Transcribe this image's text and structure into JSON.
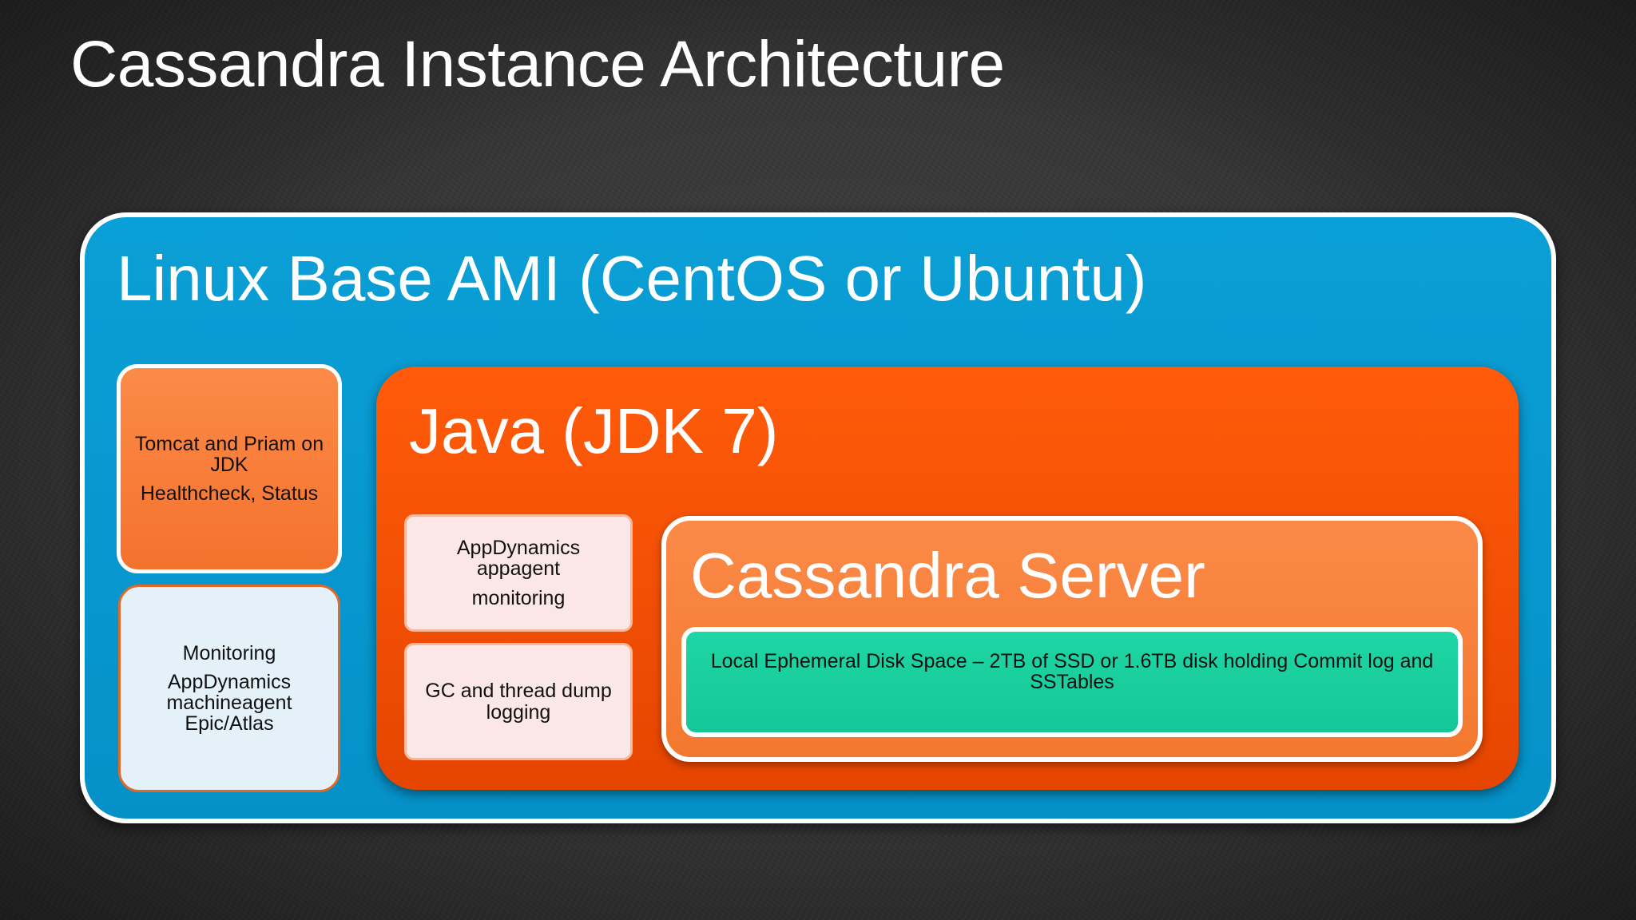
{
  "title": "Cassandra Instance Architecture",
  "layers": {
    "linux": {
      "label": "Linux Base AMI (CentOS or Ubuntu)"
    },
    "tomcat": {
      "line1": "Tomcat and Priam on JDK",
      "line2": "Healthcheck, Status"
    },
    "monitoring": {
      "line1": "Monitoring",
      "line2": "AppDynamics machineagent Epic/Atlas"
    },
    "java": {
      "label": "Java (JDK 7)"
    },
    "appdynamics": {
      "line1": "AppDynamics appagent",
      "line2": "monitoring"
    },
    "gc": {
      "label": "GC and thread dump logging"
    },
    "cassandra": {
      "label": "Cassandra Server"
    },
    "disk": {
      "label": "Local Ephemeral Disk Space – 2TB of SSD or 1.6TB disk holding Commit log and SSTables"
    }
  },
  "colors": {
    "linux_fill": "#0a9fd6",
    "java_fill": "#ff5b0a",
    "cassandra_fill": "#fb8a48",
    "disk_fill": "#1fd6a4",
    "monitor_fill": "#e4f1f9",
    "light_box_fill": "#fbe8e6"
  }
}
